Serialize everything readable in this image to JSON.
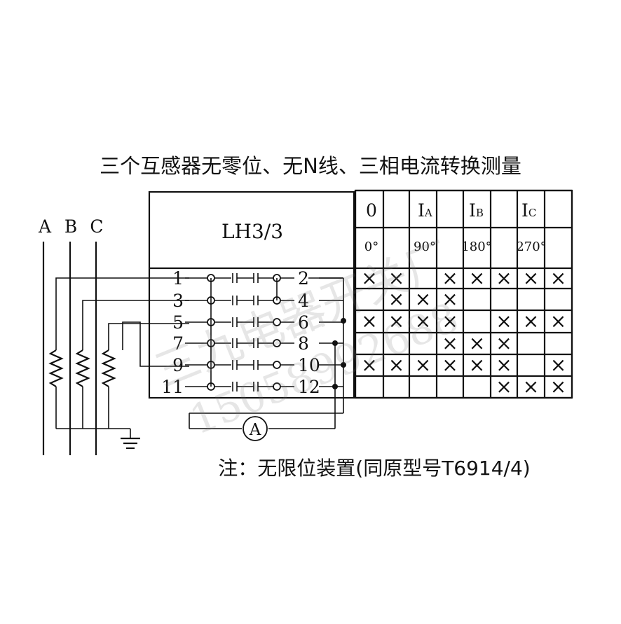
{
  "title": "三个互感器无零位、无N线、三相电流转换测量",
  "note": "注：无限位装置(同原型号T6914/4)",
  "switch_model": "LH3/3",
  "phases": [
    "A",
    "B",
    "C"
  ],
  "terminals": [
    "1",
    "2",
    "3",
    "4",
    "5",
    "6",
    "7",
    "8",
    "9",
    "10",
    "11",
    "12"
  ],
  "ammeter_label": "A",
  "positions": [
    {
      "name": "0",
      "angle": "0°"
    },
    {
      "name": "IA",
      "angle": "90°"
    },
    {
      "name": "IB",
      "angle": "180°"
    },
    {
      "name": "IC",
      "angle": "270°"
    }
  ],
  "position_subscripts": [
    "A",
    "B",
    "C"
  ],
  "mark_symbol": "×",
  "contact_table": [
    [
      1,
      1,
      0,
      1,
      1,
      1,
      1,
      1
    ],
    [
      0,
      1,
      1,
      1,
      0,
      0,
      0,
      0
    ],
    [
      1,
      1,
      1,
      1,
      0,
      1,
      1,
      1
    ],
    [
      0,
      0,
      0,
      1,
      1,
      1,
      0,
      0
    ],
    [
      1,
      1,
      1,
      1,
      1,
      1,
      0,
      1
    ],
    [
      0,
      0,
      0,
      0,
      0,
      1,
      1,
      1
    ]
  ],
  "watermark": {
    "line1": "三九电器开关厂",
    "line2": "15058992688"
  }
}
